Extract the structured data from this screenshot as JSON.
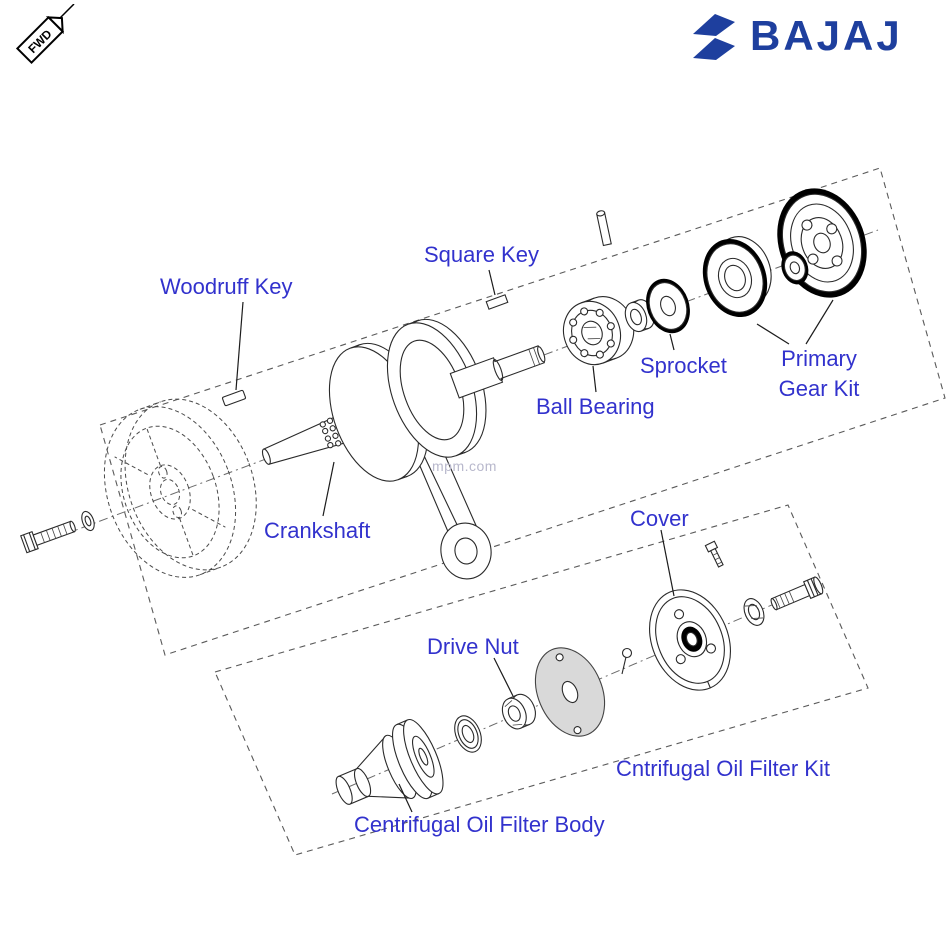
{
  "theme": {
    "background": "#ffffff",
    "label_color": "#3232cd",
    "brand_color": "#1e3f9e",
    "gasket_fill": "#d9d9d9"
  },
  "header": {
    "fwd_badge_label": "FWD",
    "brand_name": "BAJAJ"
  },
  "watermark": "mpm.com",
  "labels": {
    "woodruff_key": "Woodruff Key",
    "square_key": "Square Key",
    "ball_bearing": "Ball Bearing",
    "sprocket": "Sprocket",
    "primary_gear_line1": "Primary",
    "primary_gear_line2": "Gear Kit",
    "crankshaft": "Crankshaft",
    "cover": "Cover",
    "drive_nut": "Drive Nut",
    "oil_filter_kit": "Cntrifugal Oil Filter Kit",
    "oil_filter_body": "Centrifugal Oil Filter Body"
  }
}
